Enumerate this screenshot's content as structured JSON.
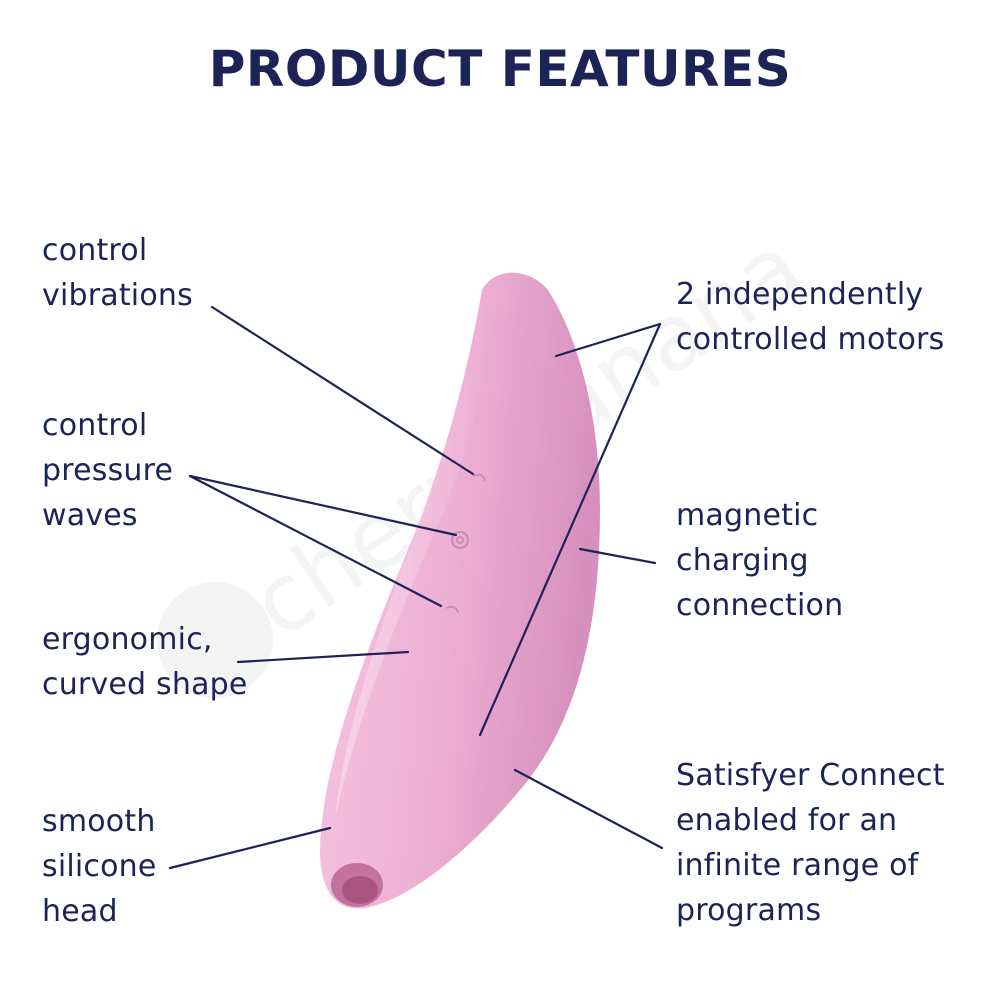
{
  "title": "PRODUCT FEATURES",
  "watermark": "cherrybanana",
  "colors": {
    "text": "#1c2357",
    "product_pink": "#f1b3d6",
    "product_shadow": "#d690bd"
  },
  "features": {
    "control_vibrations": [
      "control",
      "vibrations"
    ],
    "control_pressure_waves": [
      "control",
      "pressure",
      "waves"
    ],
    "ergonomic_shape": [
      "ergonomic,",
      "curved shape"
    ],
    "smooth_head": [
      "smooth",
      "silicone",
      "head"
    ],
    "motors": [
      "2 independently",
      "controlled motors"
    ],
    "magnetic_charging": [
      "magnetic",
      "charging",
      "connection"
    ],
    "app_connect": [
      "Satisfyer Connect",
      "enabled for an",
      "infinite range of",
      "programs"
    ]
  }
}
